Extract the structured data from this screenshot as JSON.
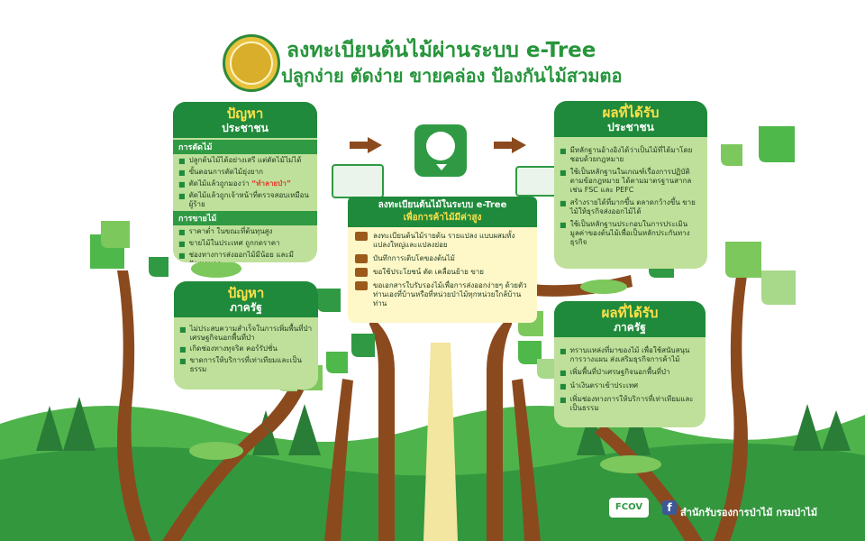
{
  "header": {
    "title": "ลงทะเบียนต้นไม้ผ่านระบบ e-Tree",
    "subtitle": "ปลูกง่าย ตัดง่าย ขายคล่อง ป้องกันไม้สวมตอ"
  },
  "problems_people": {
    "head1": "ปัญหา",
    "head2": "ประชาชน",
    "sec_cut": "การตัดไม้",
    "items_cut": [
      "ปลูกต้นไม้ได้อย่างเสรี แต่ตัดไม้ไม่ได้",
      "ขั้นตอนการตัดไม้ยุ่งยาก",
      "ตัดไม้แล้วถูกมองว่า",
      "ตัดไม้แล้วถูกเจ้าหน้าที่ตรวจสอบเหมือนผู้ร้าย"
    ],
    "item_cut_highlight": "“ทำลายป่า”",
    "sec_sell": "การขายไม้",
    "items_sell": [
      "ราคาต่ำ ในขณะที่ต้นทุนสูง",
      "ขายไม้ในประเทศ ถูกกดราคา",
      "ช่องทางการส่งออกไม้มีน้อย และมีปัญหามาก"
    ]
  },
  "problems_gov": {
    "head1": "ปัญหา",
    "head2": "ภาครัฐ",
    "items": [
      "ไม่ประสบความสำเร็จในการเพิ่มพื้นที่ป่าเศรษฐกิจนอกพื้นที่ป่า",
      "เกิดช่องทางทุจริต คอร์รัปชั่น",
      "ขาดการให้บริการที่เท่าเทียมและเป็นธรรม"
    ]
  },
  "center": {
    "head1": "ลงทะเบียนต้นไม้ในระบบ e-Tree",
    "head2": "เพื่อการค้าไม้มีค่าสูง",
    "items": [
      "ลงทะเบียนต้นไม้รายต้น รายแปลง แบบผสมทั้งแปลงใหญ่และแปลงย่อย",
      "บันทึกการเติบโตของต้นไม้",
      "ขอใช้ประโยชน์ ตัด เคลื่อนย้าย ขาย",
      "ขอเอกสารใบรับรองไม้เพื่อการส่งออกง่ายๆ ด้วยตัวท่านเองที่บ้านหรือที่หน่วยป่าไม้ทุกหน่วยใกล้บ้านท่าน"
    ]
  },
  "results_people": {
    "head1": "ผลที่ได้รับ",
    "head2": "ประชาชน",
    "items": [
      "มีหลักฐานอ้างอิงได้ว่าเป็นไม้ที่ได้มาโดยชอบด้วยกฎหมาย",
      "ใช้เป็นหลักฐานในเกณฑ์เรื่องการปฏิบัติตามข้อกฎหมาย ได้ตามมาตรฐานสากล เช่น FSC และ PEFC",
      "สร้างรายได้ที่มากขึ้น ตลาดกว้างขึ้น ขายไม้ให้ธุรกิจส่งออกไม้ได้",
      "ใช้เป็นหลักฐานประกอบในการประเมินมูลค่าของต้นไม้เพื่อเป็นหลักประกันทางธุรกิจ"
    ]
  },
  "results_gov": {
    "head1": "ผลที่ได้รับ",
    "head2": "ภาครัฐ",
    "items": [
      "ทราบแหล่งที่มาของไม้ เพื่อใช้สนับสนุนการวางแผน ส่งเสริมธุรกิจการค้าไม้",
      "เพิ่มพื้นที่ป่าเศรษฐกิจนอกพื้นที่ป่า",
      "นำเงินตราเข้าประเทศ",
      "เพิ่มช่องทางการให้บริการที่เท่าเทียมและเป็นธรรม"
    ]
  },
  "footer": {
    "fcov": "FCOV",
    "fb": "f",
    "org": "สำนักรับรองการป่าไม้ กรมป่าไม้"
  },
  "colors": {
    "green_dark": "#1f8a3b",
    "green_panel": "#bfe09a",
    "trunk": "#8b4a1e",
    "cream": "#fef7c8"
  }
}
